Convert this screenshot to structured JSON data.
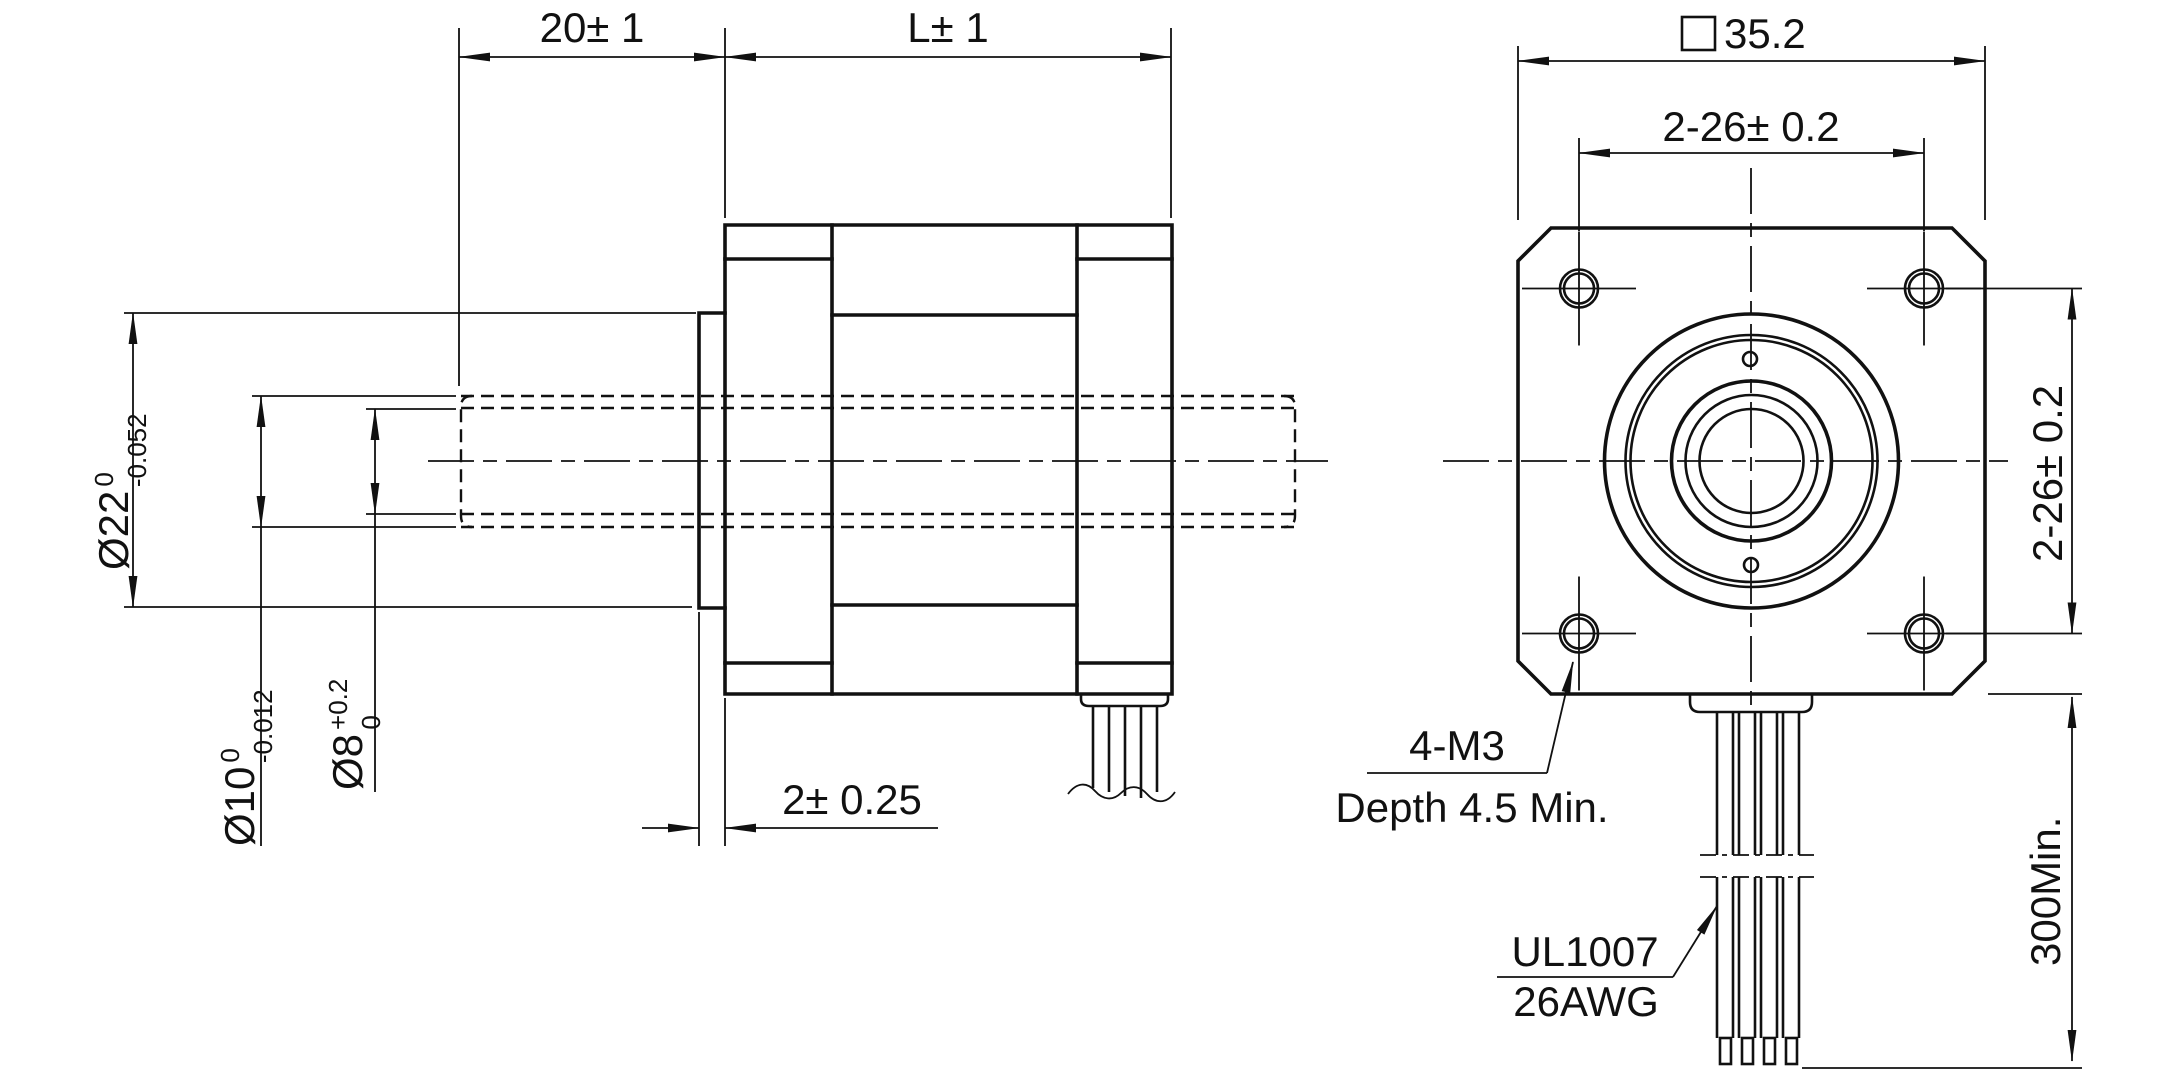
{
  "title": "Stepper motor outline dimension drawing",
  "colors": {
    "background": "#ffffff",
    "line": "#111111"
  },
  "dims": {
    "shaft_length": "20± 1",
    "body_length": "L± 1",
    "boss_protrusion": "2± 0.25",
    "flange_size": "35.2",
    "flange_size_symbol": "square-symbol",
    "hole_spacing_top": "2-26± 0.2",
    "hole_spacing_right": "2-26± 0.2",
    "lead_length": "300Min.",
    "boss_dia": {
      "main": "Ø22",
      "sup": "0",
      "sub": "-0.052"
    },
    "shaft_dia": {
      "main": "Ø10",
      "sup": "0",
      "sub": "-0.012"
    },
    "bore_dia": {
      "main": "Ø8",
      "sup": "+0.2",
      "sub": "0"
    }
  },
  "notes": {
    "mount_line1": "4-M3",
    "mount_line2": "Depth 4.5 Min.",
    "wire_line1": "UL1007",
    "wire_line2": "26AWG"
  }
}
